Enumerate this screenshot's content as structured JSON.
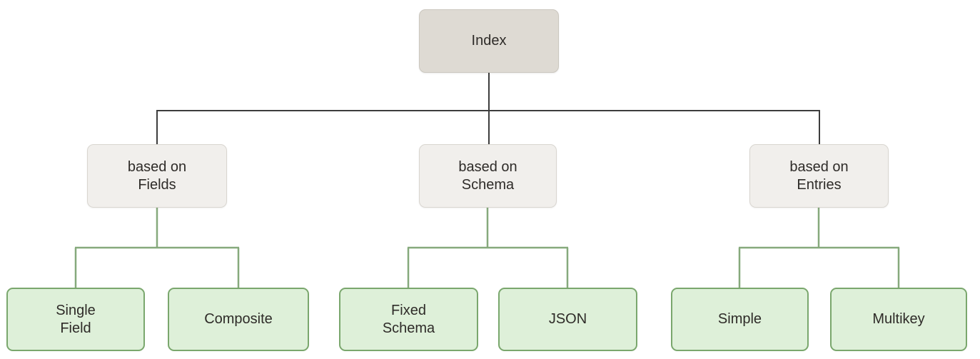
{
  "nodes": {
    "index": {
      "label": "Index"
    },
    "based_on_fields": {
      "label": "based on\nFields"
    },
    "based_on_schema": {
      "label": "based on\nSchema"
    },
    "based_on_entries": {
      "label": "based on\nEntries"
    },
    "single_field": {
      "label": "Single\nField"
    },
    "composite": {
      "label": "Composite"
    },
    "fixed_schema": {
      "label": "Fixed\nSchema"
    },
    "json": {
      "label": "JSON"
    },
    "simple": {
      "label": "Simple"
    },
    "multikey": {
      "label": "Multikey"
    }
  },
  "colors": {
    "background": "#ffffff",
    "root_fill": "#dedad3",
    "root_border": "#cbc7bf",
    "branch_fill": "#f1efec",
    "branch_border": "#d9d6d0",
    "leaf_fill": "#def0d9",
    "leaf_border": "#7aa76d",
    "parent_connector": "#3d3d3d",
    "child_connector": "#86a97c",
    "text": "#2e2b28"
  }
}
